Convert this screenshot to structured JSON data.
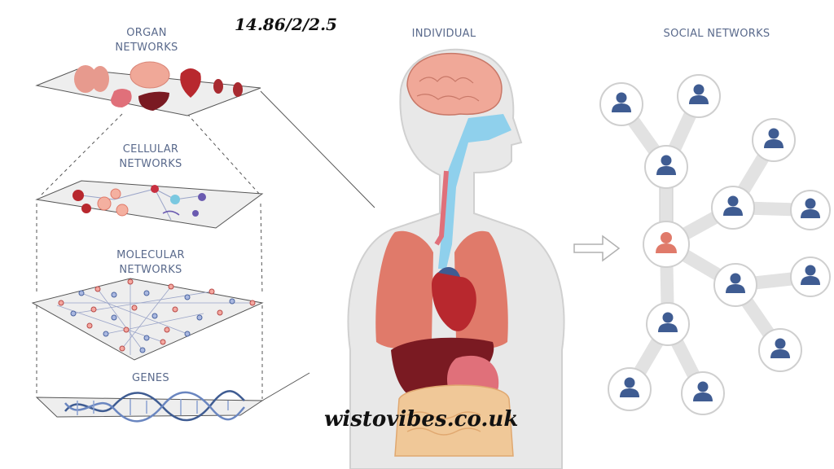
{
  "header": {
    "code": "14.86/2/2.5"
  },
  "labels": {
    "organ": {
      "line1": "ORGAN",
      "line2": "NETWORKS"
    },
    "cellular": {
      "line1": "CELLULAR",
      "line2": "NETWORKS"
    },
    "molecular": {
      "line1": "MOLECULAR",
      "line2": "NETWORKS"
    },
    "genes": {
      "line1": "GENES"
    },
    "individual": {
      "line1": "INDIVIDUAL"
    },
    "social": {
      "line1": "SOCIAL NETWORKS"
    }
  },
  "watermark": {
    "text": "wistovibes.co.uk"
  },
  "colors": {
    "label": "#5a6a8c",
    "plane": "#eeeeee",
    "person": "#3f5c92",
    "center_person": "#e07a6a",
    "lung": "#e07a6a",
    "heart": "#b8282e",
    "liver": "#7a1a22",
    "brain": "#f0a898",
    "airway": "#8fd0ec"
  }
}
